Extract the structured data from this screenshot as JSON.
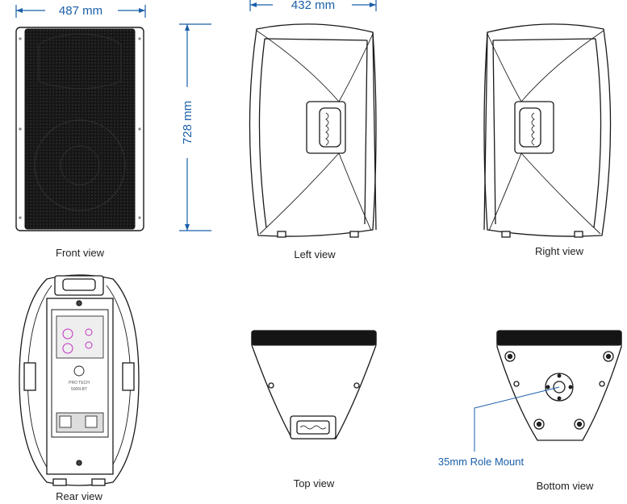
{
  "dimensions": {
    "width": "487 mm",
    "depth": "432 mm",
    "height": "728 mm"
  },
  "views": {
    "front": "Front view",
    "left": "Left view",
    "right": "Right view",
    "rear": "Rear view",
    "top": "Top view",
    "bottom": "Bottom view"
  },
  "callouts": {
    "pole_mount": "35mm Role Mount"
  },
  "rear_panel": {
    "brand": "PRO TECH",
    "model": "500N-BT"
  },
  "colors": {
    "dimension_blue": "#1a5fa8",
    "outline": "#1a1a1a",
    "grille": "#1c1c1c"
  }
}
